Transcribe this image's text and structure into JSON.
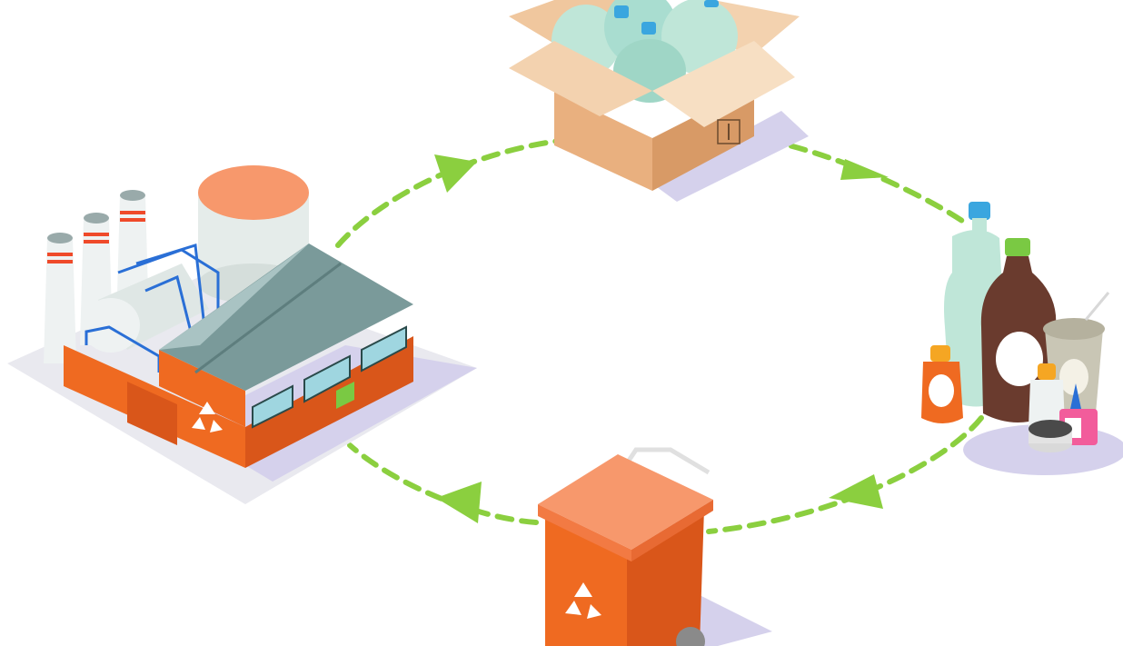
{
  "diagram": {
    "type": "recycling-cycle",
    "nodes": [
      {
        "id": "box-of-bottles",
        "icon": "cardboard-box-with-plastic-bottles"
      },
      {
        "id": "used-containers",
        "icon": "plastic-bottles-and-containers"
      },
      {
        "id": "recycling-bin",
        "icon": "wheelie-bin-with-recycle-symbol"
      },
      {
        "id": "recycling-factory",
        "icon": "factory-with-recycle-symbol"
      }
    ],
    "flow": [
      {
        "from": "box-of-bottles",
        "to": "used-containers"
      },
      {
        "from": "used-containers",
        "to": "recycling-bin"
      },
      {
        "from": "recycling-bin",
        "to": "recycling-factory"
      },
      {
        "from": "recycling-factory",
        "to": "box-of-bottles"
      }
    ]
  },
  "colors": {
    "arrow": "#8bcf3f",
    "orange": "#ef6a21",
    "orange_light": "#f7986c",
    "shadow": "#d5d1ec",
    "cardboard": "#e9b07f",
    "bottle": "#bfe6d8",
    "roof": "#7a9a9a"
  }
}
